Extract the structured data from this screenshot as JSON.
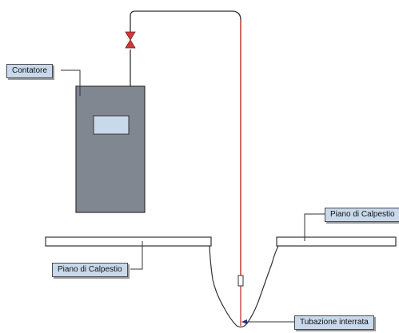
{
  "labels": {
    "contatore": "Contatore",
    "piano_right": "Piano di Calpestio",
    "piano_left": "Piano di Calpestio",
    "tubazione": "Tubazione interrata"
  },
  "colors": {
    "pipe": "#c0392b",
    "wire": "#333333",
    "meter_body": "#808790",
    "meter_display": "#c9d9ec",
    "callout_fill": "#c9d9ec",
    "valve": "#d03a3a",
    "slab": "#ffffff"
  }
}
